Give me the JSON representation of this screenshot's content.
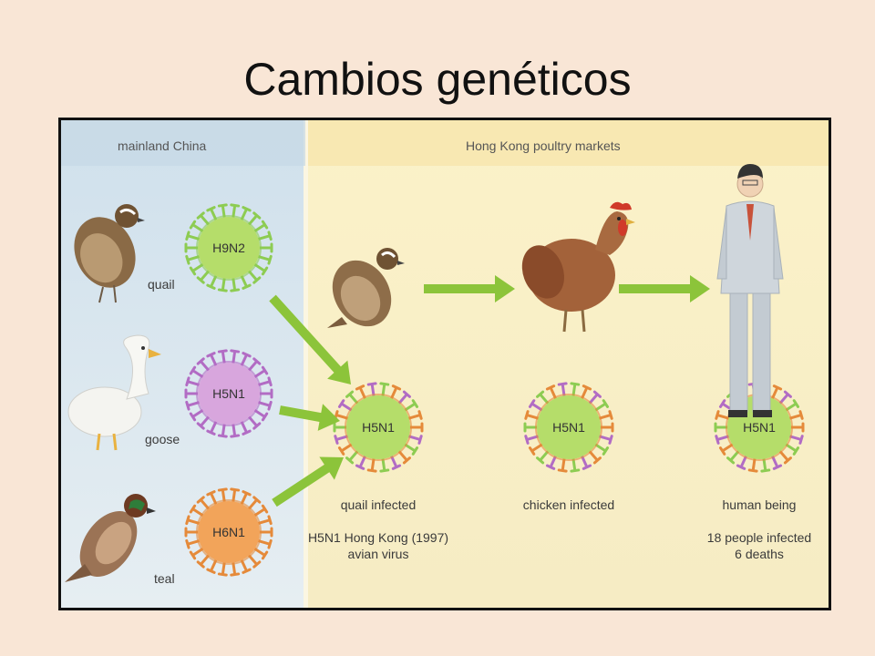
{
  "title": "Cambios genéticos",
  "regions": {
    "left": "mainland China",
    "right": "Hong Kong poultry markets"
  },
  "birds": [
    {
      "name": "quail",
      "virus": "H9N2"
    },
    {
      "name": "goose",
      "virus": "H5N1"
    },
    {
      "name": "teal",
      "virus": "H6N1"
    }
  ],
  "stages": [
    {
      "virus": "H5N1",
      "caption": [
        "quail infected",
        "",
        "H5N1 Hong Kong (1997)",
        "avian virus"
      ]
    },
    {
      "virus": "H5N1",
      "caption": [
        "chicken infected"
      ]
    },
    {
      "virus": "H5N1",
      "caption": [
        "human being",
        "",
        "18 people infected",
        "6 deaths"
      ]
    }
  ],
  "colors": {
    "left_bg": "#dbe7ef",
    "right_bg": "#f9efc4",
    "virus_core": "#b5dd6a",
    "arrow": "#8cc43a",
    "h9n2_spikes": "#8dcc52",
    "h5n1_core": "#d8a6dd",
    "h5n1_spikes": "#b26cc4",
    "h6n1_core": "#f2a45a",
    "h6n1_spikes": "#e58a3a"
  }
}
